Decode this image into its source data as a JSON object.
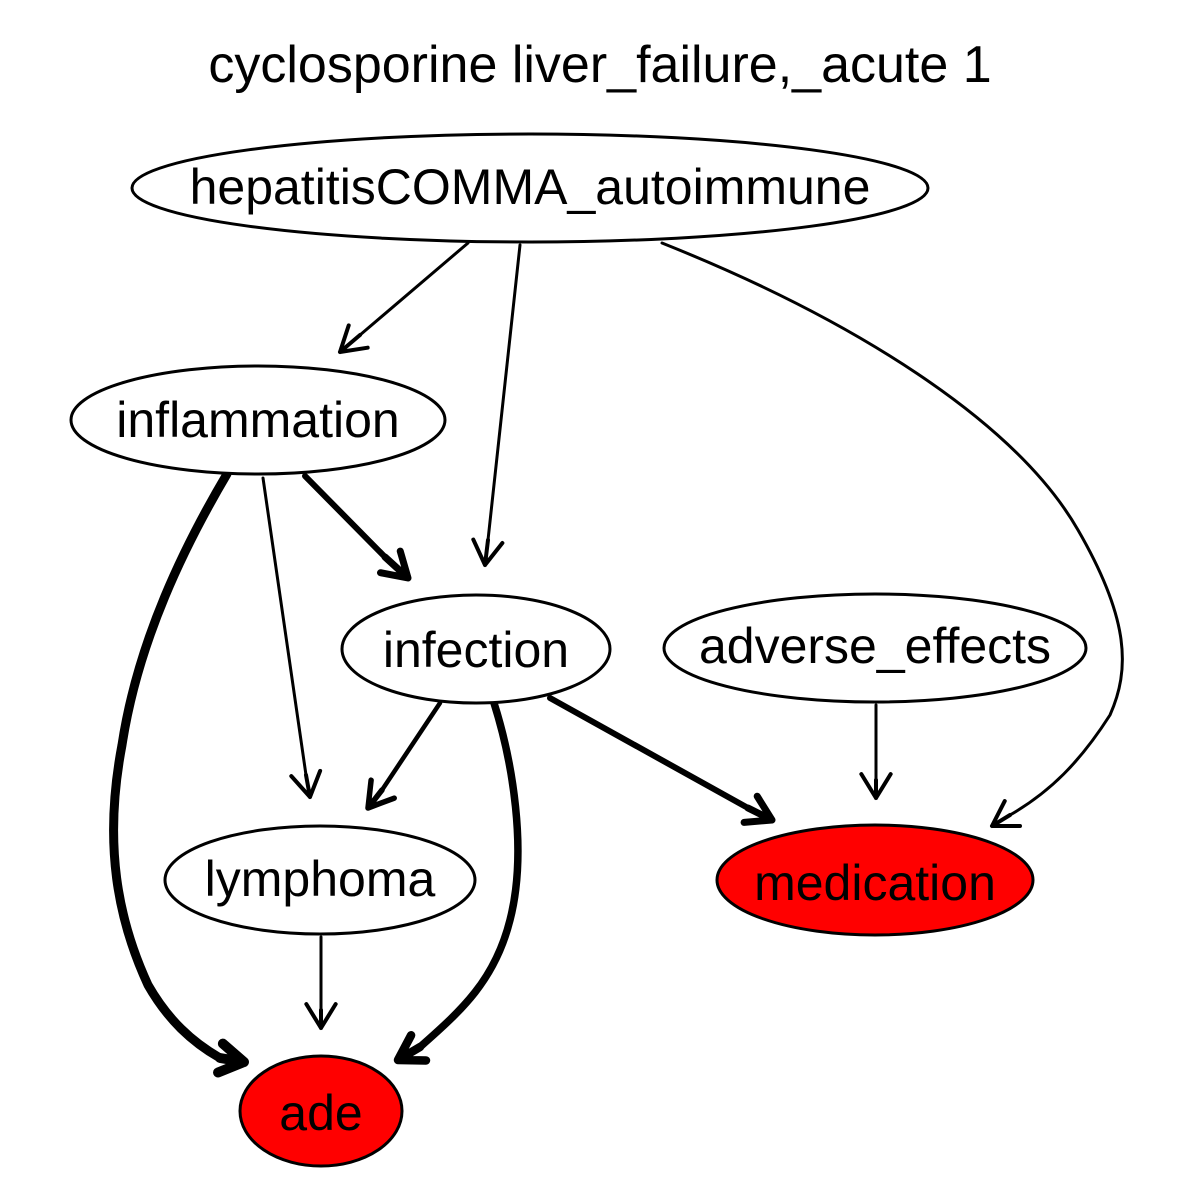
{
  "title": "cyclosporine liver_failure,_acute 1",
  "colors": {
    "highlight": "#ff0000",
    "default_fill": "#ffffff",
    "stroke": "#000000"
  },
  "nodes": [
    {
      "id": "hepatitis",
      "label": "hepatitisCOMMA_autoimmune",
      "highlighted": false
    },
    {
      "id": "inflammation",
      "label": "inflammation",
      "highlighted": false
    },
    {
      "id": "infection",
      "label": "infection",
      "highlighted": false
    },
    {
      "id": "adverse_effects",
      "label": "adverse_effects",
      "highlighted": false
    },
    {
      "id": "lymphoma",
      "label": "lymphoma",
      "highlighted": false
    },
    {
      "id": "medication",
      "label": "medication",
      "highlighted": true
    },
    {
      "id": "ade",
      "label": "ade",
      "highlighted": true
    }
  ],
  "edges": [
    {
      "from": "hepatitis",
      "to": "inflammation",
      "weight": 1
    },
    {
      "from": "hepatitis",
      "to": "infection",
      "weight": 1
    },
    {
      "from": "hepatitis",
      "to": "medication",
      "weight": 1
    },
    {
      "from": "inflammation",
      "to": "infection",
      "weight": 2
    },
    {
      "from": "inflammation",
      "to": "lymphoma",
      "weight": 1
    },
    {
      "from": "inflammation",
      "to": "ade",
      "weight": 3
    },
    {
      "from": "infection",
      "to": "lymphoma",
      "weight": 1.5
    },
    {
      "from": "infection",
      "to": "ade",
      "weight": 2.5
    },
    {
      "from": "infection",
      "to": "medication",
      "weight": 2
    },
    {
      "from": "adverse_effects",
      "to": "medication",
      "weight": 1
    },
    {
      "from": "lymphoma",
      "to": "ade",
      "weight": 1
    }
  ]
}
